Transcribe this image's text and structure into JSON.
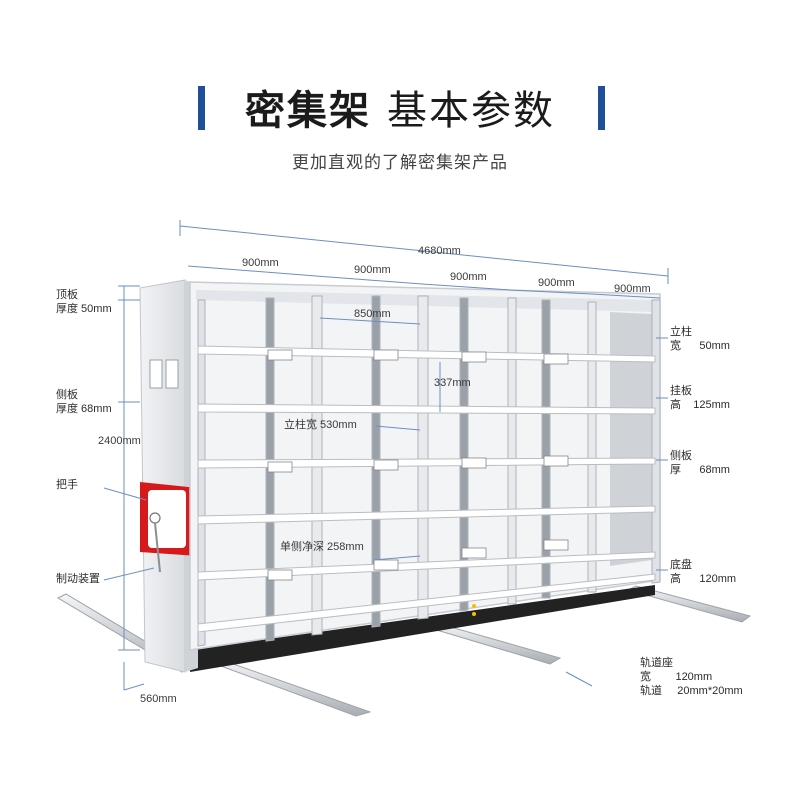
{
  "header": {
    "title_part1": "密集架",
    "title_part2": "基本参数",
    "subtitle": "更加直观的了解密集架产品",
    "accent_color": "#1f4e9a"
  },
  "dimensions": {
    "total_width": "4680mm",
    "section_widths": [
      "900mm",
      "900mm",
      "900mm",
      "900mm",
      "900mm"
    ],
    "shelf_inner_width": "850mm",
    "height": "2400mm",
    "depth": "560mm",
    "shelf_spacing": "337mm",
    "post_width": "立柱宽 530mm",
    "single_side_depth": "单侧净深 258mm"
  },
  "left_labels": {
    "top_panel": [
      "顶板",
      "厚度 50mm"
    ],
    "side_panel": [
      "侧板",
      "厚度 68mm"
    ],
    "handle": "把手",
    "brake": "制动装置"
  },
  "right_labels": {
    "column": [
      "立柱",
      "宽      50mm"
    ],
    "hanging_plate": [
      "挂板",
      "高    125mm"
    ],
    "side_plate": [
      "侧板",
      "厚      68mm"
    ],
    "chassis": [
      "底盘",
      "高      120mm"
    ],
    "rail_seat": [
      "轨道座",
      "宽        120mm"
    ],
    "rail": "轨道     20mm*20mm"
  },
  "colors": {
    "handle_panel": "#d7191c",
    "dimension_line": "#6a8fc4",
    "frame": "#e9ebee"
  }
}
